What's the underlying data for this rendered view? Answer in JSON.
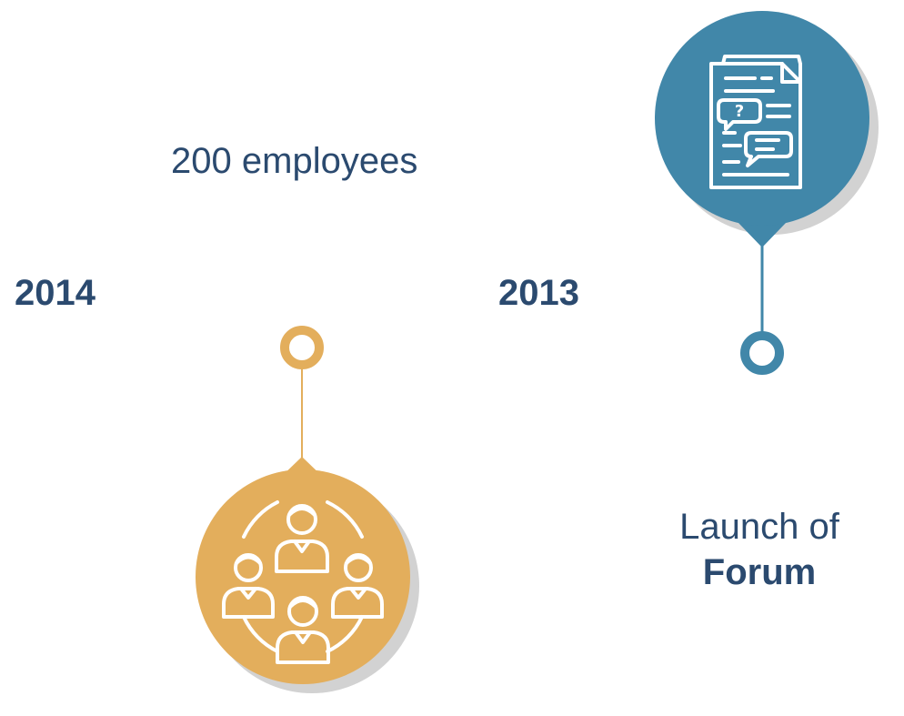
{
  "colors": {
    "navy": "#2b4a6f",
    "gold": "#e3ae5c",
    "blue": "#4187a9",
    "shadow": "#d2d2d2"
  },
  "milestones": [
    {
      "year": "2014",
      "caption_number": "200",
      "caption_text": "employees",
      "icon": "people-group-icon",
      "accent": "gold"
    },
    {
      "year": "2013",
      "caption_line1": "Launch of",
      "caption_line2": "Forum",
      "icon": "document-chat-icon",
      "accent": "blue"
    }
  ]
}
